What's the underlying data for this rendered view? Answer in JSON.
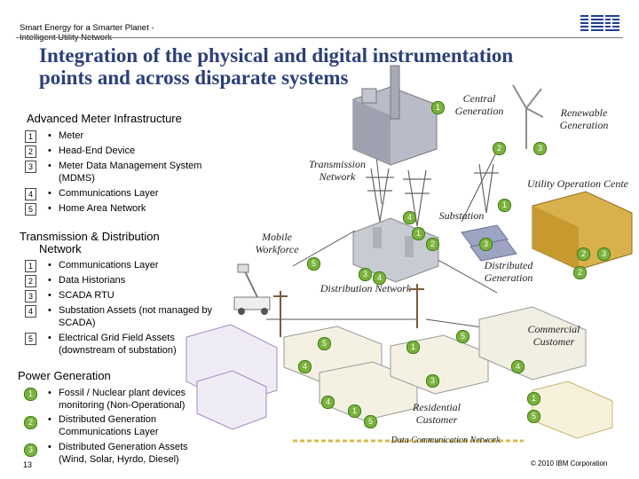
{
  "header": {
    "breadcrumb_line1": "Smart Energy for a Smarter Planet  -",
    "breadcrumb_line2": "Intelligent Utility Network",
    "logo_text": "IBM"
  },
  "title_line1": "Integration of the physical and digital instrumentation",
  "title_line2": "points and across disparate systems",
  "ami": {
    "heading": "Advanced Meter Infrastructure",
    "items": [
      {
        "num": "1",
        "text": "Meter"
      },
      {
        "num": "2",
        "text": "Head-End Device"
      },
      {
        "num": "3",
        "text": "Meter Data Management System"
      },
      {
        "num": "",
        "text": "(MDMS)"
      },
      {
        "num": "4",
        "text": "Communications Layer"
      },
      {
        "num": "5",
        "text": "Home Area Network"
      }
    ]
  },
  "td": {
    "heading_line1": "Transmission & Distribution",
    "heading_line2": "Network",
    "items": [
      {
        "num": "1",
        "text": "Communications Layer"
      },
      {
        "num": "2",
        "text": "Data Historians"
      },
      {
        "num": "3",
        "text": "SCADA RTU"
      },
      {
        "num": "4",
        "text": "Substation Assets (not managed by"
      },
      {
        "num": "",
        "text": "SCADA)"
      },
      {
        "num": "5",
        "text": "Electrical Grid Field Assets"
      },
      {
        "num": "",
        "text": "(downstream of substation)"
      }
    ]
  },
  "power": {
    "heading": "Power Generation",
    "items": [
      {
        "num": "1",
        "text": "Fossil / Nuclear plant devices"
      },
      {
        "num": "",
        "text": "monitoring (Non-Operational)"
      },
      {
        "num": "2",
        "text": "Distributed Generation"
      },
      {
        "num": "",
        "text": "Communications Layer"
      },
      {
        "num": "3",
        "text": "Distributed Generation Assets"
      },
      {
        "num": "",
        "text": "(Wind, Solar, Hyrdo, Diesel)"
      }
    ]
  },
  "diagram": {
    "central_generation": "Central Generation",
    "renewable_generation": "Renewable Generation",
    "transmission_network": "Transmission Network",
    "utility_operation_center": "Utility Operation Cente",
    "substation": "Substation",
    "mobile_workforce": "Mobile Workforce",
    "distributed_generation": "Distributed Generation",
    "distribution_network": "Distribution Network",
    "commercial_customer": "Commercial Customer",
    "residential_customer": "Residential Customer",
    "data_communication_network": "Data Communication Network",
    "badges": {
      "central": "1",
      "trans_left": "2",
      "trans_right": "3",
      "uoc": "1",
      "sub_left": "4",
      "sub_top": "1",
      "sub_right": "2",
      "dg_top": "3",
      "uoc_2": "2",
      "uoc_3": "3",
      "uoc_2b": "2",
      "mw_5": "5",
      "dn_3": "3",
      "dn_4": "4",
      "mid_5": "5",
      "mid_1": "1",
      "comm_5": "5",
      "left_4": "4",
      "right_4": "4",
      "res_3": "3",
      "res_4": "4",
      "res_1": "1",
      "res_5": "5",
      "rr_1": "1",
      "rr_5": "5"
    }
  },
  "footer": {
    "page": "13",
    "copyright": "© 2010 IBM Corporation"
  }
}
